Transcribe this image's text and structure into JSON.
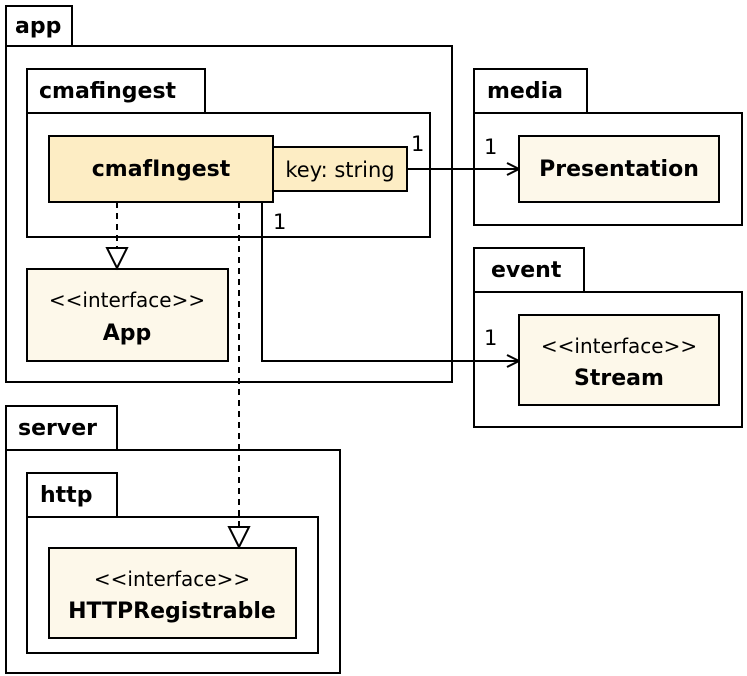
{
  "packages": {
    "app": "app",
    "cmafingest": "cmafingest",
    "media": "media",
    "event": "event",
    "server": "server",
    "http": "http"
  },
  "classes": {
    "cmafIngest": {
      "name": "cmafIngest",
      "qualifier": "key: string"
    },
    "App": {
      "stereotype": "<<interface>>",
      "name": "App"
    },
    "Presentation": {
      "name": "Presentation"
    },
    "Stream": {
      "stereotype": "<<interface>>",
      "name": "Stream"
    },
    "HTTPRegistrable": {
      "stereotype": "<<interface>>",
      "name": "HTTPRegistrable"
    }
  },
  "multiplicities": {
    "presentation_source": "1",
    "presentation_target": "1",
    "stream_source": "1",
    "stream_target": "1"
  }
}
